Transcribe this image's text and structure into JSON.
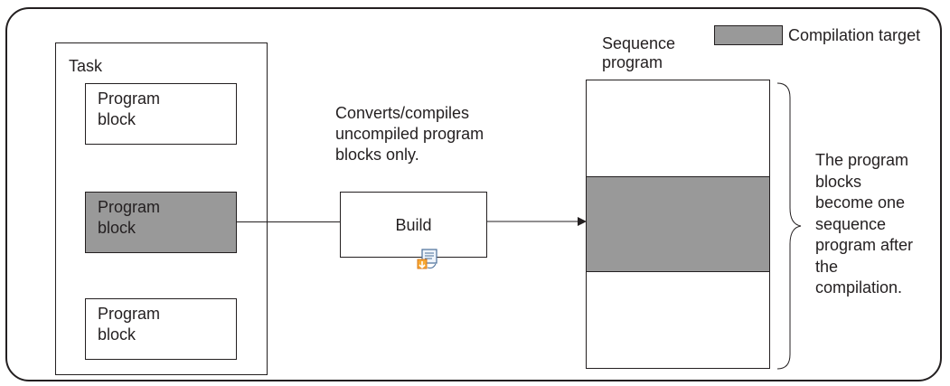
{
  "legend": {
    "label": "Compilation target",
    "swatch_color": "#999999"
  },
  "task": {
    "title": "Task",
    "blocks": [
      {
        "label": "Program\nblock",
        "compilation_target": false
      },
      {
        "label": "Program\nblock",
        "compilation_target": true
      },
      {
        "label": "Program\nblock",
        "compilation_target": false
      }
    ]
  },
  "build": {
    "note": "Converts/compiles\nuncompiled program\nblocks only.",
    "label": "Build",
    "icon": "build-icon"
  },
  "sequence_program": {
    "title": "Sequence\nprogram",
    "segments": [
      {
        "compilation_target": false
      },
      {
        "compilation_target": true
      },
      {
        "compilation_target": false
      }
    ],
    "brace_text": "The program\nblocks\nbecome one\nsequence\nprogram after\nthe\ncompilation."
  }
}
